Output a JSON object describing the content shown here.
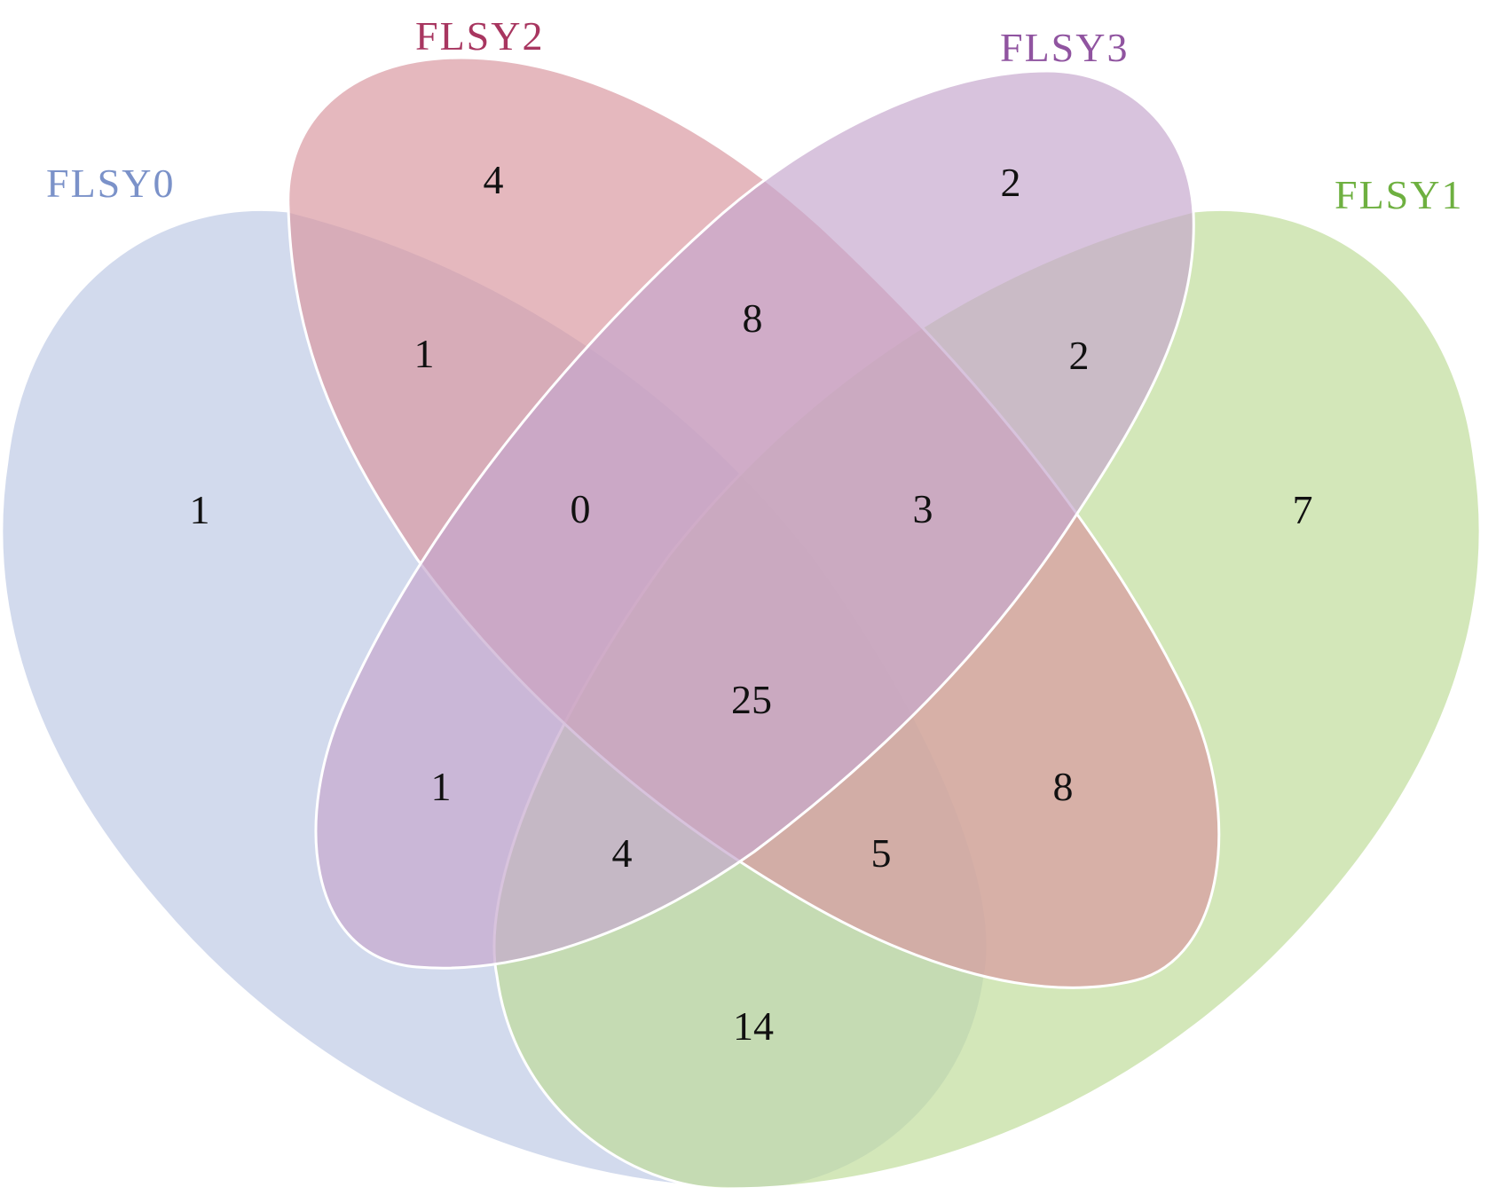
{
  "sets": [
    {
      "id": "FLSY0",
      "label": "FLSY0",
      "color": "#7b92c9",
      "fill": "#bcc8e5"
    },
    {
      "id": "FLSY2",
      "label": "FLSY2",
      "color": "#a83660",
      "fill": "#d9969f"
    },
    {
      "id": "FLSY3",
      "label": "FLSY3",
      "color": "#9054a0",
      "fill": "#c5a7cd"
    },
    {
      "id": "FLSY1",
      "label": "FLSY1",
      "color": "#6eb040",
      "fill": "#bedc98"
    }
  ],
  "regions": [
    {
      "sets": [
        "FLSY0"
      ],
      "value": "1"
    },
    {
      "sets": [
        "FLSY2"
      ],
      "value": "4"
    },
    {
      "sets": [
        "FLSY3"
      ],
      "value": "2"
    },
    {
      "sets": [
        "FLSY1"
      ],
      "value": "7"
    },
    {
      "sets": [
        "FLSY0",
        "FLSY2"
      ],
      "value": "1"
    },
    {
      "sets": [
        "FLSY2",
        "FLSY3"
      ],
      "value": "8"
    },
    {
      "sets": [
        "FLSY3",
        "FLSY1"
      ],
      "value": "2"
    },
    {
      "sets": [
        "FLSY0",
        "FLSY2",
        "FLSY3"
      ],
      "value": "0"
    },
    {
      "sets": [
        "FLSY2",
        "FLSY3",
        "FLSY1"
      ],
      "value": "3"
    },
    {
      "sets": [
        "FLSY0",
        "FLSY2",
        "FLSY3",
        "FLSY1"
      ],
      "value": "25"
    },
    {
      "sets": [
        "FLSY0",
        "FLSY3"
      ],
      "value": "1"
    },
    {
      "sets": [
        "FLSY2",
        "FLSY1"
      ],
      "value": "8"
    },
    {
      "sets": [
        "FLSY0",
        "FLSY3",
        "FLSY1"
      ],
      "value": "4"
    },
    {
      "sets": [
        "FLSY0",
        "FLSY2",
        "FLSY1"
      ],
      "value": "5"
    },
    {
      "sets": [
        "FLSY0",
        "FLSY1"
      ],
      "value": "14"
    }
  ]
}
